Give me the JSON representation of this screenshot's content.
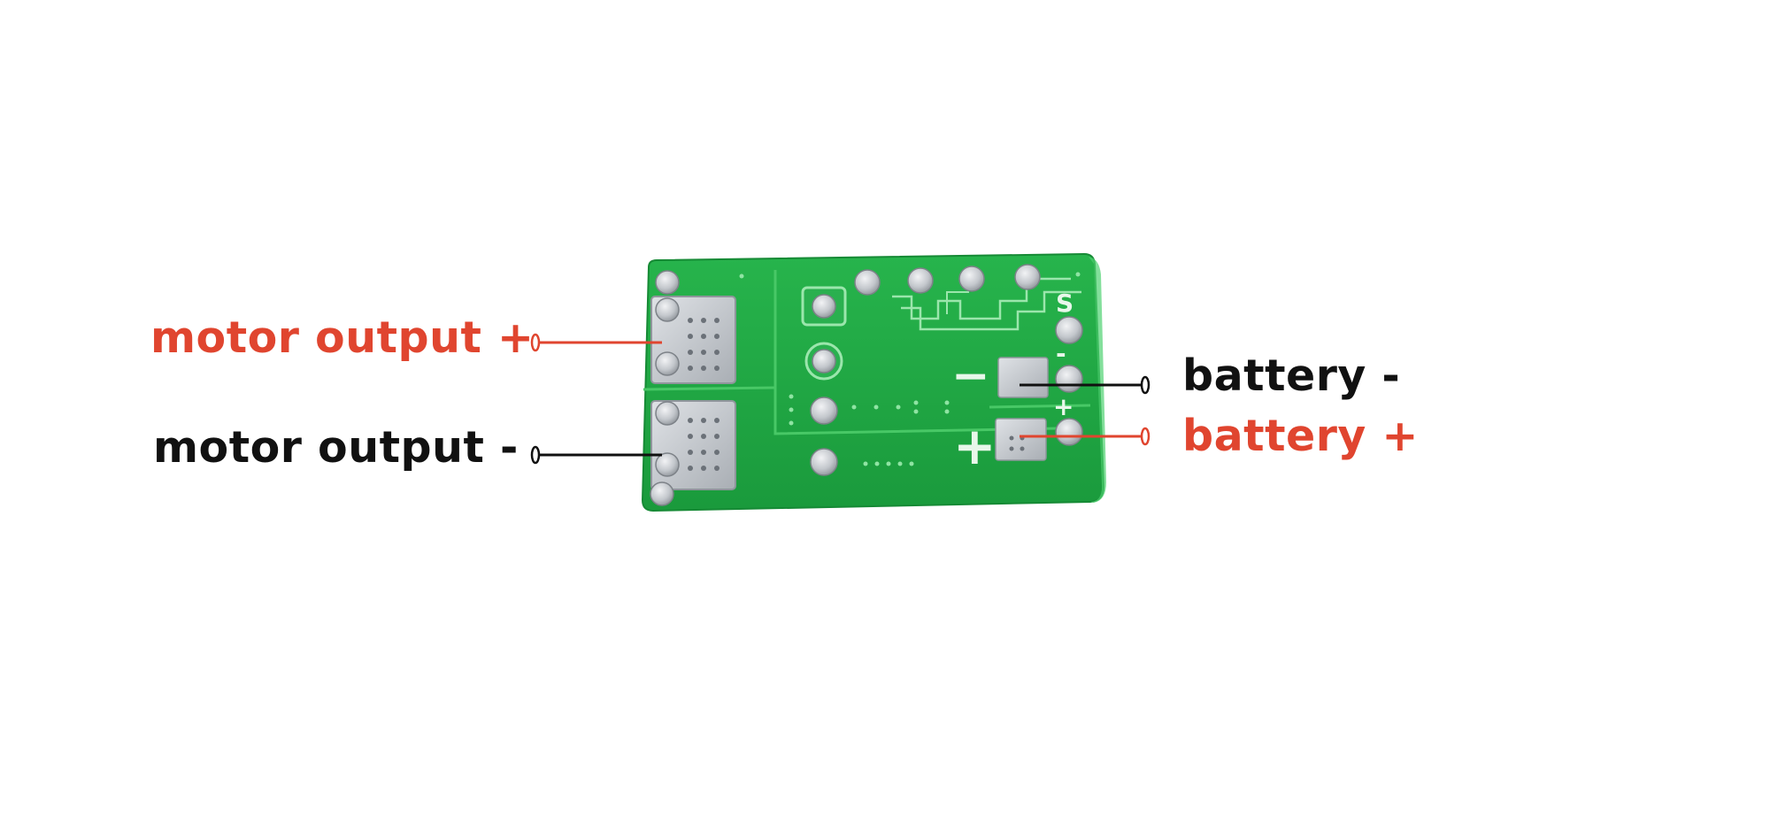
{
  "labels": {
    "motor_output_plus": "motor output +",
    "motor_output_minus": "motor output -",
    "battery_minus": "battery -",
    "battery_plus": "battery +"
  },
  "board_silkscreen": {
    "signal": "S",
    "pad_minus": "−",
    "pad_plus": "+",
    "pin_minus": "-",
    "pin_plus": "+"
  },
  "colors": {
    "positive": "#e0452f",
    "negative": "#111111",
    "pcb_green": "#1fa843",
    "pcb_trace": "#5fd079",
    "solder": "#c9cdd2"
  }
}
